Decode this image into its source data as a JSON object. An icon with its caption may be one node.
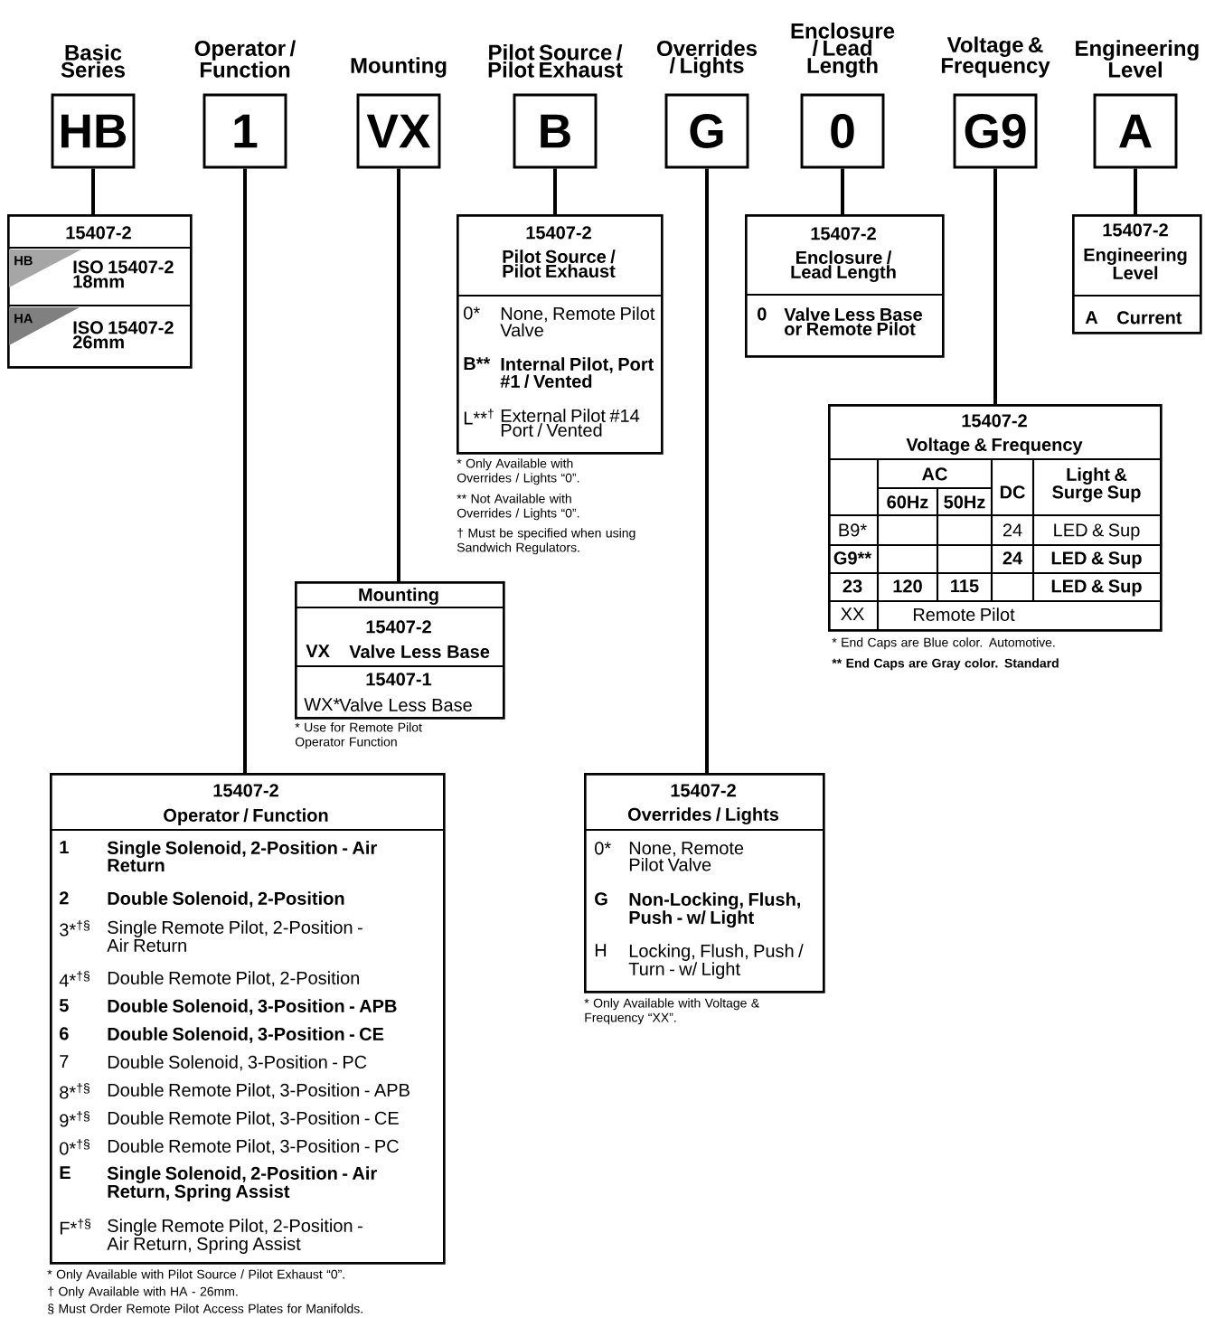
{
  "diagram": {
    "nodes": [
      {
        "text": [
          "Basic Series",
          "HB"
        ]
      },
      {
        "text": [
          "Operator / Function",
          "1"
        ]
      },
      {
        "text": [
          "Mounting",
          "VX"
        ]
      },
      {
        "text": [
          "Pilot Source / Pilot Exhaust",
          "B"
        ]
      },
      {
        "text": [
          "Overrides / Lights",
          "G"
        ]
      },
      {
        "text": [
          "Enclosure / Lead Length",
          "0"
        ]
      },
      {
        "text": [
          "Voltage & Frequency",
          "G9"
        ]
      },
      {
        "text": [
          "Engineering Level",
          "A"
        ]
      },
      {
        "text": [
          "15407-2",
          "HB",
          "ISO 15407-2 18mm",
          "HA",
          "ISO 15407-2 26mm"
        ]
      },
      {
        "text": [
          "15407-2",
          "Operator / Function",
          "1",
          "Single Solenoid, 2-Position - Air Return",
          "2",
          "Double Solenoid, 2-Position",
          "3*$^{†§}$",
          "Single Remote Pilot, 2-Position - Air Return",
          "4*$^{†§}$",
          "Double Remote Pilot, 2-Position",
          "5",
          "Double Solenoid, 3-Position - APB",
          "6",
          "Double Solenoid, 3-Position - CE",
          "7",
          "Double Solenoid, 3-Position - PC",
          "8*$^{†§}$",
          "Double Remote Pilot, 3-Position - APB",
          "9*$^{†§}$",
          "Double Remote Pilot, 3-Position - CE",
          "0*$^{†§}$",
          "Double Remote Pilot, 3-Position - PC",
          "E",
          "Single Solenoid, 2-Position - Air Return, Spring Assist",
          "F*$^{†§}$",
          "Single Remote Pilot, 2-Position - Air Return, Spring Assist"
        ],
        "beside": [
          "* Only Available with Pilot Source / Pilot Exhaust “0”.",
          "† Only Available with HA - 26mm.",
          "§ Must Order Remote Pilot Access Plates for Manifolds."
        ]
      },
      {
        "text": [
          "Mounting",
          "15407-2",
          "VX",
          "Valve Less Base",
          "15407-1",
          "WX*",
          "Valve Less Base"
        ],
        "beside": [
          "* Use for Remote Pilot Operator Function"
        ]
      },
      {
        "text": [
          "15407-2",
          "Pilot Source / Pilot Exhaust",
          "0*",
          "None, Remote Pilot Valve",
          "B**",
          "Internal Pilot, Port #1 / Vented",
          "L**$^{†}$",
          "External Pilot #14 Port / Vented"
        ],
        "beside": [
          "* Only Available with Overrides / Lights “0”.",
          "** Not Available with Overrides / Lights “0”.",
          "† Must be specified when using Sandwich Regulators."
        ]
      },
      {
        "text": [
          "15407-2",
          "Overrides / Lights",
          "0*",
          "None, Remote Pilot Valve",
          "G",
          "Non-Locking, Flush, Push - w/ Light",
          "H",
          "Locking, Flush, Push / Turn - w/ Light"
        ],
        "beside": [
          "* Only Available with Voltage & Frequency “XX”."
        ]
      },
      {
        "text": [
          "15407-2",
          "Enclosure / Lead Length",
          "0",
          "Valve Less Base or Remote Pilot"
        ]
      },
      {
        "text": [
          "15407-2",
          "Voltage & Frequency",
          "AC",
          "60Hz",
          "50Hz",
          "DC",
          "Light & Surge Sup",
          "B9*",
          "24",
          "LED & Sup",
          "G9**",
          "24",
          "LED & Sup",
          "23",
          "120",
          "115",
          "LED & Sup",
          "XX",
          "Remote Pilot"
        ],
        "beside": [
          "* End Caps are Blue color. Automotive.",
          "** End Caps are Gray color. Standard"
        ]
      },
      {
        "text": [
          "15407-2",
          "Engineering Level",
          "A",
          "Current"
        ]
      }
    ],
    "edges": [
      {
        "from": 0,
        "to": 8,
        "arrow": "none"
      },
      {
        "from": 1,
        "to": 9,
        "arrow": "none"
      },
      {
        "from": 2,
        "to": 10,
        "arrow": "none"
      },
      {
        "from": 3,
        "to": 11,
        "arrow": "none"
      },
      {
        "from": 4,
        "to": 12,
        "arrow": "none"
      },
      {
        "from": 5,
        "to": 13,
        "arrow": "none"
      },
      {
        "from": 6,
        "to": 14,
        "arrow": "none"
      },
      {
        "from": 7,
        "to": 15,
        "arrow": "none"
      }
    ]
  }
}
